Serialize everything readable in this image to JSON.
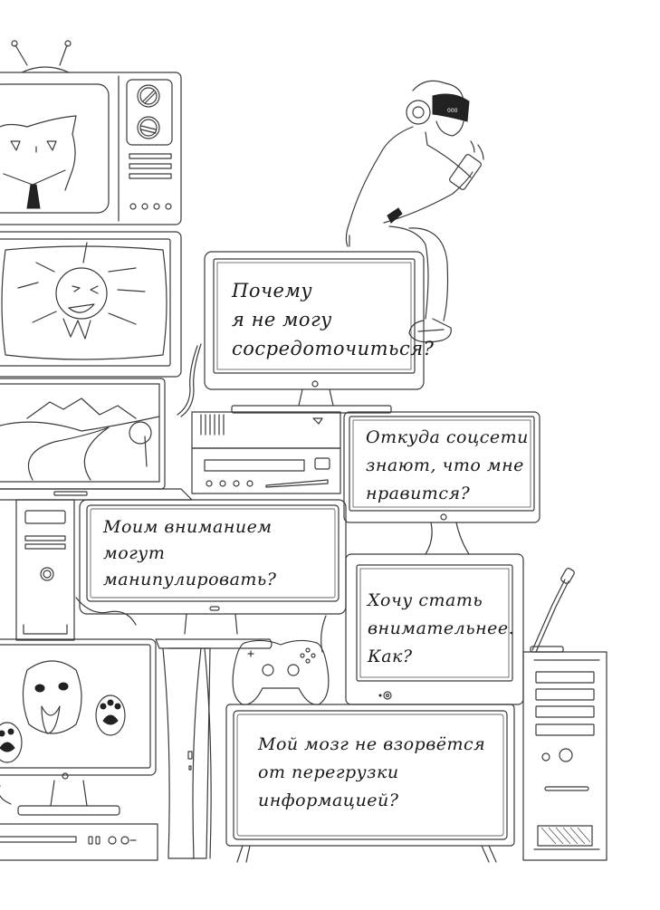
{
  "illustration": {
    "subject": "Stack of screens and devices with a person in VR headset holding a phone",
    "colors": {
      "background": "#ffffff",
      "line": "#3a3a3a",
      "text": "#1a1a1a"
    }
  },
  "screens": [
    {
      "id": "monitor-top-right",
      "text": "Почему\nя не могу\nсосредоточиться?"
    },
    {
      "id": "monitor-right-small",
      "text": "Откуда соцсети\nзнают, что мне\nнравится?"
    },
    {
      "id": "monitor-center",
      "text": "Моим вниманием\nмогут\nманипулировать?"
    },
    {
      "id": "monitor-right-square",
      "text": "Хочу стать\nвнимательнее.\nКак?"
    },
    {
      "id": "tv-bottom",
      "text": "Мой мозг не взорвётся\nот перегрузки\nинформацией?"
    }
  ],
  "icons": {
    "headset": "vr-headset-icon",
    "phone": "smartphone-icon",
    "gamepad": "gamepad-icon",
    "microphone": "microphone-icon",
    "console": "game-console-icon"
  },
  "headset_label": "000"
}
